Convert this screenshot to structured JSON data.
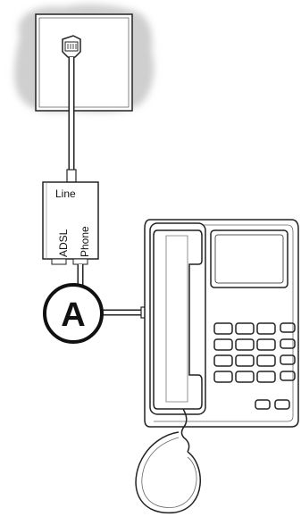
{
  "splitter": {
    "line_label": "Line",
    "adsl_label": "ADSL",
    "phone_label": "Phone"
  },
  "callout": {
    "letter": "A"
  }
}
